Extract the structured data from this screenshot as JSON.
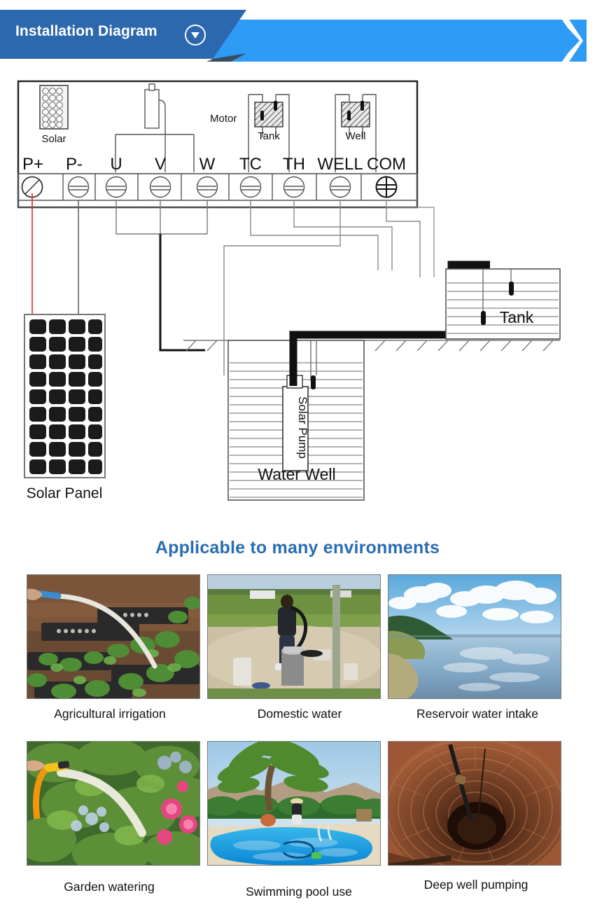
{
  "banner": {
    "title": "Installation Diagram",
    "badge_icon": "chevron-down-circle-icon",
    "dark_blue": "#2c68ad",
    "light_blue": "#2e9bf5"
  },
  "diagram": {
    "controller": {
      "symbols": [
        {
          "name": "Solar",
          "icon": "solar-cell-grid-icon"
        },
        {
          "name": "Motor",
          "icon": "motor-icon"
        },
        {
          "name": "Tank",
          "icon": "tank-float-switch-icon"
        },
        {
          "name": "Well",
          "icon": "well-float-switch-icon"
        }
      ],
      "terminals": [
        "P+",
        "P-",
        "U",
        "V",
        "W",
        "TC",
        "TH",
        "WELL",
        "COM"
      ]
    },
    "labels": {
      "solar_panel": "Solar Panel",
      "water_well": "Water Well",
      "solar_pump": "Solar Pump",
      "tank": "Tank"
    },
    "wire_colors": {
      "positive": "#ee2222",
      "negative": "#555555",
      "signal": "#888888",
      "pipe": "#000000"
    }
  },
  "section": {
    "title": "Applicable to many environments",
    "title_color": "#2a6db0"
  },
  "environments": [
    {
      "caption": "Agricultural irrigation",
      "image": "seedling-trays-watering-photo"
    },
    {
      "caption": "Domestic water",
      "image": "man-at-borehole-photo"
    },
    {
      "caption": "Reservoir water intake",
      "image": "reservoir-lake-photo"
    },
    {
      "caption": "Garden watering",
      "image": "garden-hose-flowers-photo"
    },
    {
      "caption": "Swimming pool use",
      "image": "swimming-pool-palm-photo"
    },
    {
      "caption": "Deep well pumping",
      "image": "brick-deep-well-photo"
    }
  ]
}
